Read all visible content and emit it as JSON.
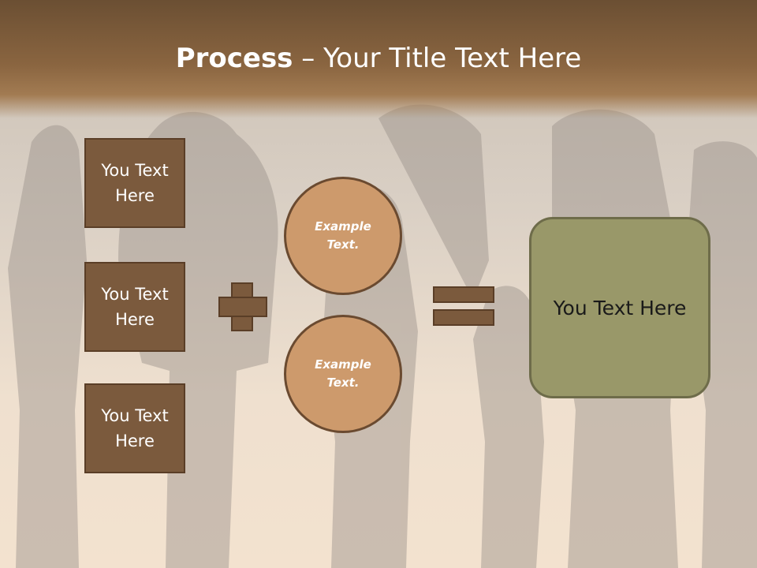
{
  "slide": {
    "title_bold": "Process",
    "title_rest": " – Your Title Text Here"
  },
  "inputs": [
    {
      "label": "You Text Here"
    },
    {
      "label": "You Text Here"
    },
    {
      "label": "You Text Here"
    }
  ],
  "operator_plus": "plus-icon",
  "examples": [
    {
      "label": "Example Text."
    },
    {
      "label": "Example Text."
    }
  ],
  "operator_equals": "equals-icon",
  "result": {
    "label": "You Text Here"
  },
  "colors": {
    "header_band": "#7a5a3a",
    "box_fill": "#7b5a3d",
    "circle_fill": "#cd9a6c",
    "result_fill": "#999869"
  }
}
